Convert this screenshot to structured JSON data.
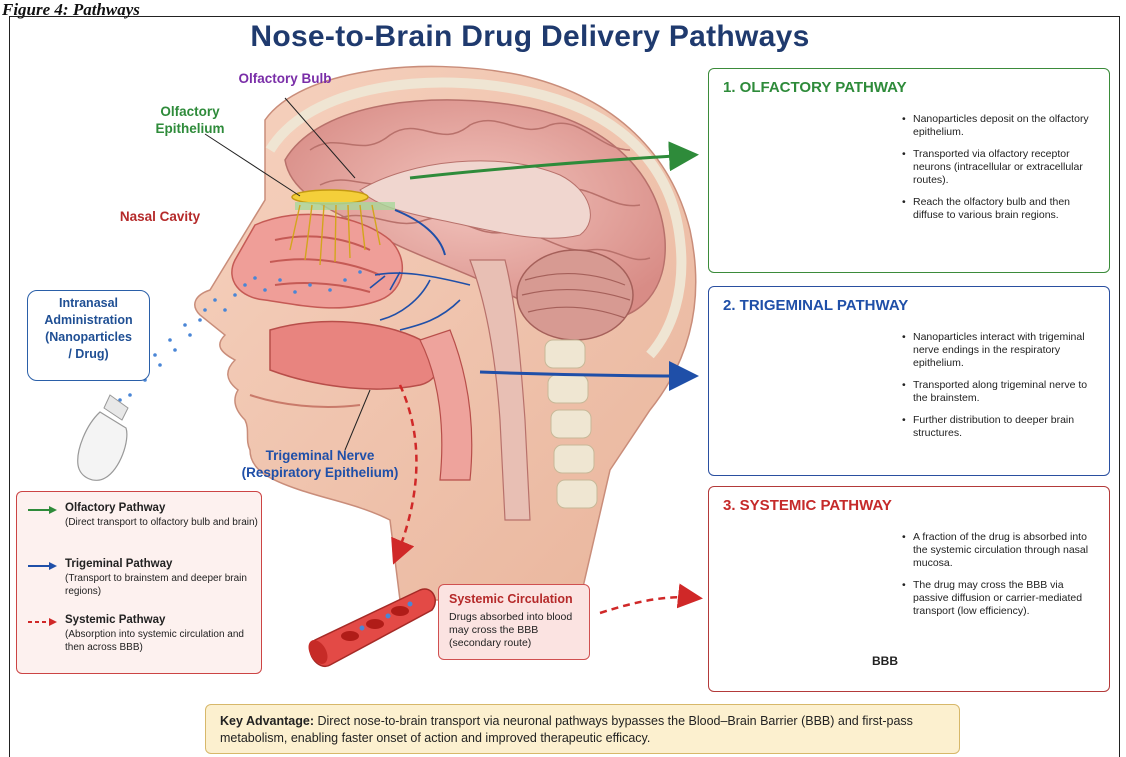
{
  "caption": "Figure 4: Pathways",
  "title": "Nose-to-Brain Drug Delivery Pathways",
  "labels": {
    "olfactory_bulb": "Olfactory Bulb",
    "olfactory_epithelium_1": "Olfactory",
    "olfactory_epithelium_2": "Epithelium",
    "nasal_cavity": "Nasal Cavity",
    "intranasal_1": "Intranasal",
    "intranasal_2": "Administration",
    "intranasal_3": "(Nanoparticles",
    "intranasal_4": "/ Drug)",
    "trigeminal_1": "Trigeminal Nerve",
    "trigeminal_2": "(Respiratory Epithelium)",
    "bbb": "BBB"
  },
  "panels": {
    "olfactory": {
      "title": "1. OLFACTORY PATHWAY",
      "bullets": [
        "Nanoparticles deposit on the olfactory epithelium.",
        "Transported via olfactory receptor neurons (intracellular or extracellular routes).",
        "Reach the olfactory bulb and then diffuse to various brain regions."
      ]
    },
    "trigeminal": {
      "title": "2. TRIGEMINAL PATHWAY",
      "bullets": [
        "Nanoparticles interact with trigeminal nerve endings in the respiratory epithelium.",
        "Transported along trigeminal nerve to the brainstem.",
        "Further distribution to deeper brain structures."
      ]
    },
    "systemic": {
      "title": "3. SYSTEMIC PATHWAY",
      "bullets": [
        "A fraction of the drug is absorbed into the systemic circulation through nasal mucosa.",
        "The drug may cross the BBB via passive diffusion or carrier-mediated transport (low efficiency)."
      ]
    }
  },
  "legend": [
    {
      "name": "Olfactory Pathway",
      "desc": "(Direct transport to olfactory bulb and brain)",
      "color": "#2e8b3a"
    },
    {
      "name": "Trigeminal Pathway",
      "desc": "(Transport to brainstem and deeper brain regions)",
      "color": "#1f4fa8"
    },
    {
      "name": "Systemic Pathway",
      "desc": "(Absorption into systemic circulation and then across BBB)",
      "color": "#d02828"
    }
  ],
  "systemic_circulation": {
    "title": "Systemic Circulation",
    "text": "Drugs absorbed into blood may cross the BBB (secondary route)"
  },
  "key_advantage": {
    "label": "Key Advantage:",
    "text": " Direct nose-to-brain transport via neuronal pathways bypasses the Blood–Brain Barrier (BBB) and first-pass metabolism, enabling faster onset of action and improved therapeutic efficacy."
  },
  "colors": {
    "title": "#1f3a6e",
    "olfactory": "#2e8b3a",
    "trigeminal": "#1f4fa8",
    "systemic": "#d02828",
    "olfactory_bulb_label": "#7a2ea8",
    "nasal_cavity_label": "#b52a2a"
  }
}
